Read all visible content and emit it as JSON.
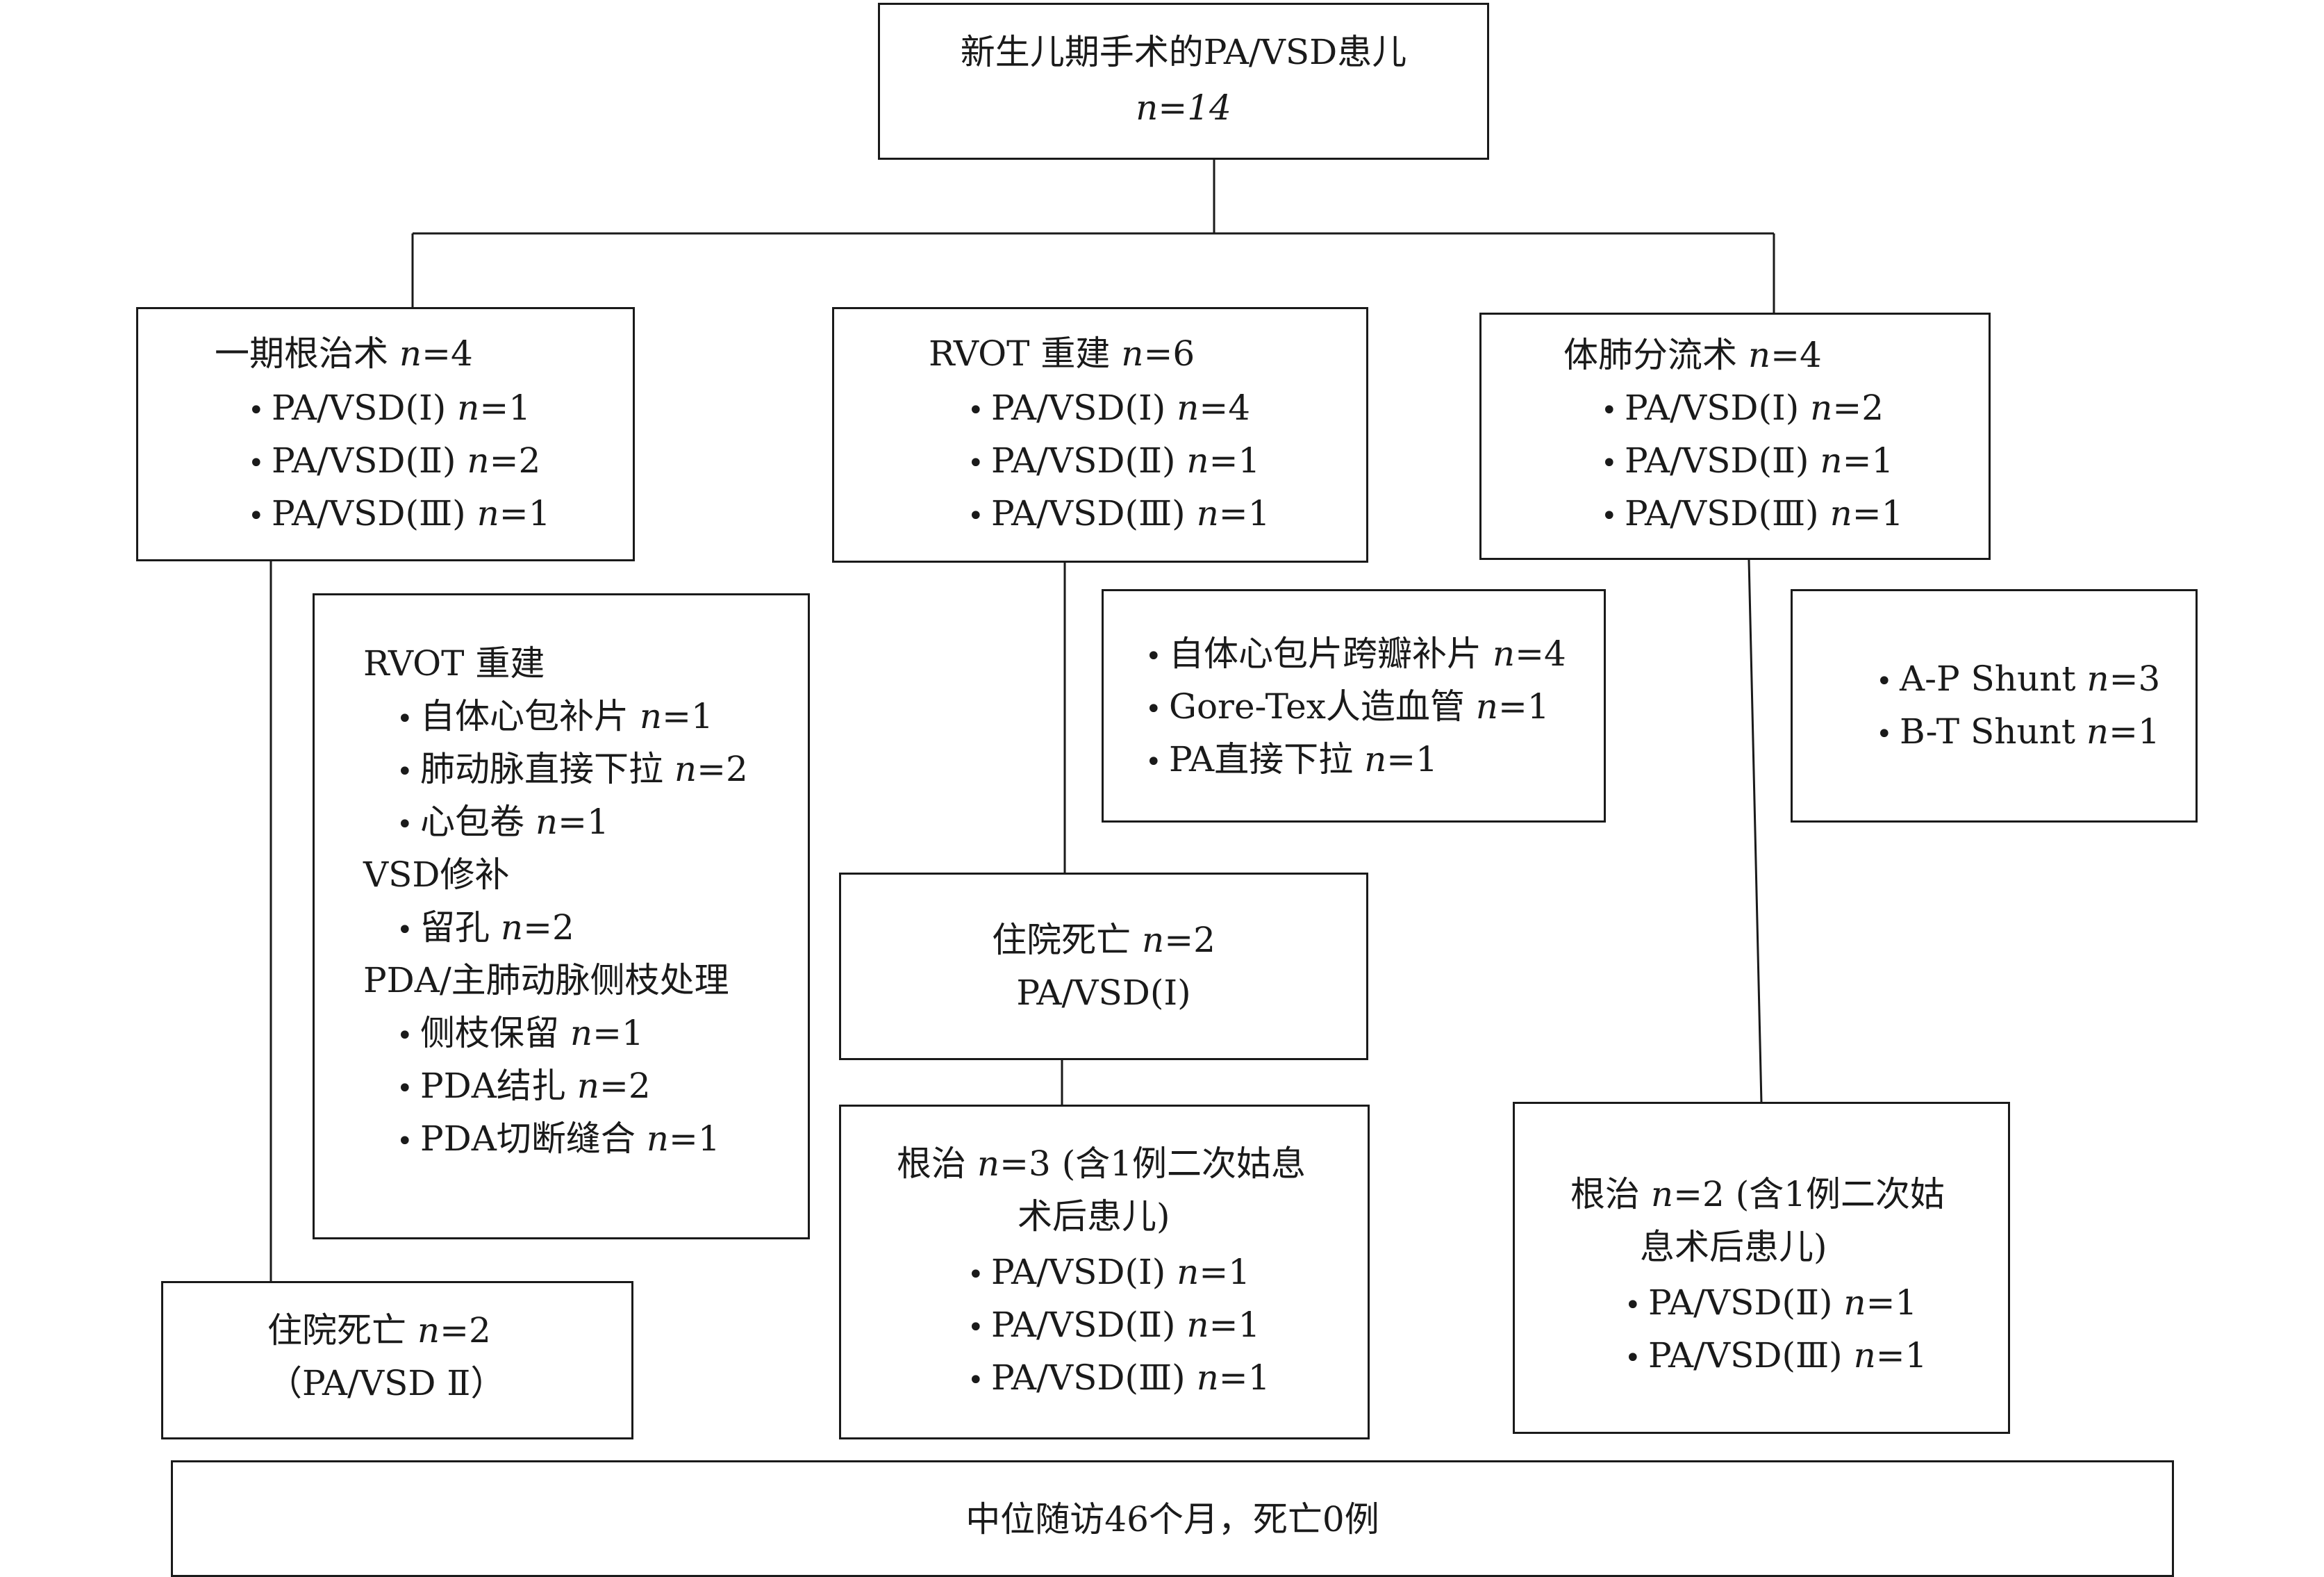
{
  "root": {
    "title": "新生儿期手术的PA/VSD患儿",
    "n": "n=14"
  },
  "branch1": {
    "title": "一期根治术 n=4",
    "items": [
      "PA/VSD(Ⅰ) n=1",
      "PA/VSD(Ⅱ) n=2",
      "PA/VSD(Ⅲ) n=1"
    ],
    "detail": {
      "rvot_title": "RVOT 重建",
      "rvot_items": [
        "自体心包补片 n=1",
        "肺动脉直接下拉 n=2",
        "心包卷 n=1"
      ],
      "vsd_title": "VSD修补",
      "vsd_items": [
        "留孔 n=2"
      ],
      "pda_title": "PDA/主肺动脉侧枝处理",
      "pda_items": [
        "侧枝保留 n=1",
        "PDA结扎 n=2",
        "PDA切断缝合 n=1"
      ]
    },
    "death": {
      "title": "住院死亡 n=2",
      "sub": "（PA/VSD Ⅱ）"
    }
  },
  "branch2": {
    "title": "RVOT 重建 n=6",
    "items": [
      "PA/VSD(Ⅰ) n=4",
      "PA/VSD(Ⅱ) n=1",
      "PA/VSD(Ⅲ) n=1"
    ],
    "detail_items": [
      "自体心包片跨瓣补片 n=4",
      "Gore-Tex人造血管 n=1",
      "PA直接下拉 n=1"
    ],
    "death": {
      "title": "住院死亡 n=2",
      "sub": "PA/VSD(Ⅰ)"
    },
    "repair": {
      "line1": "根治 n=3 (含1例二次姑息",
      "line2": "术后患儿)",
      "items": [
        "PA/VSD(Ⅰ) n=1",
        "PA/VSD(Ⅱ) n=1",
        "PA/VSD(Ⅲ) n=1"
      ]
    }
  },
  "branch3": {
    "title": "体肺分流术 n=4",
    "items": [
      "PA/VSD(Ⅰ) n=2",
      "PA/VSD(Ⅱ) n=1",
      "PA/VSD(Ⅲ) n=1"
    ],
    "detail_items": [
      "A-P Shunt n=3",
      "B-T Shunt n=1"
    ],
    "repair": {
      "line1": "根治 n=2 (含1例二次姑",
      "line2": "息术后患儿)",
      "items": [
        "PA/VSD(Ⅱ) n=1",
        "PA/VSD(Ⅲ) n=1"
      ]
    }
  },
  "footer": {
    "text": "中位随访46个月，死亡0例"
  }
}
